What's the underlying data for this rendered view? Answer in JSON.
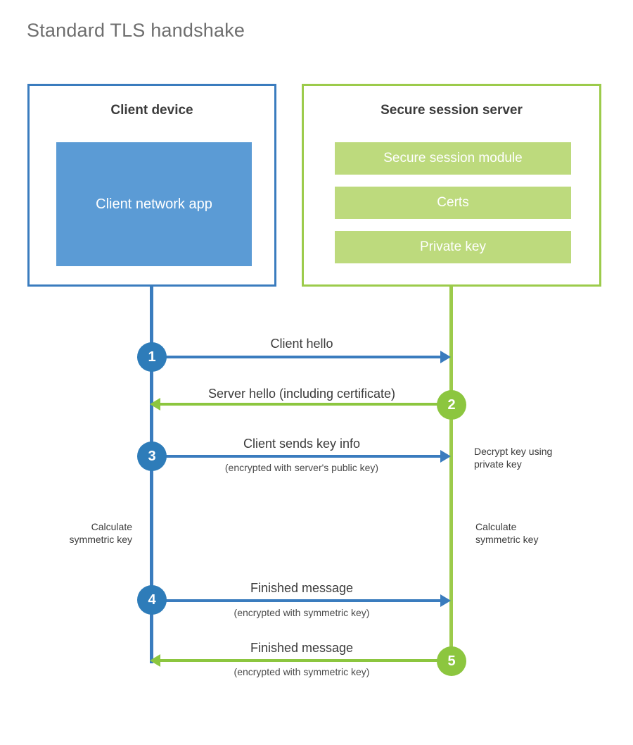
{
  "title": "Standard TLS handshake",
  "colors": {
    "client_blue": "#3a7cbe",
    "client_badge_blue": "#2e7cb9",
    "client_app_fill": "#5b9bd5",
    "server_green": "#9ccb4b",
    "server_badge_green": "#8cc63f",
    "server_bar_fill": "#bdda7d",
    "title_gray": "#6e6e6e",
    "text_dark": "#3b3b3b",
    "background": "#ffffff"
  },
  "client": {
    "title": "Client device",
    "app_label": "Client network app"
  },
  "server": {
    "title": "Secure session server",
    "bars": [
      {
        "label": "Secure session module"
      },
      {
        "label": "Certs"
      },
      {
        "label": "Private key"
      }
    ]
  },
  "steps": [
    {
      "number": "1",
      "label": "Client hello",
      "sublabel": "",
      "direction": "client-to-server"
    },
    {
      "number": "2",
      "label": "Server hello (including certificate)",
      "sublabel": "",
      "direction": "server-to-client"
    },
    {
      "number": "3",
      "label": "Client sends key info",
      "sublabel": "(encrypted with server's public key)",
      "direction": "client-to-server"
    },
    {
      "number": "4",
      "label": "Finished message",
      "sublabel": "(encrypted with symmetric key)",
      "direction": "client-to-server"
    },
    {
      "number": "5",
      "label": "Finished message",
      "sublabel": "(encrypted with symmetric key)",
      "direction": "server-to-client"
    }
  ],
  "annotations": {
    "decrypt_key": "Decrypt key using\nprivate key",
    "client_calculate": "Calculate\nsymmetric key",
    "server_calculate": "Calculate\nsymmetric key"
  }
}
